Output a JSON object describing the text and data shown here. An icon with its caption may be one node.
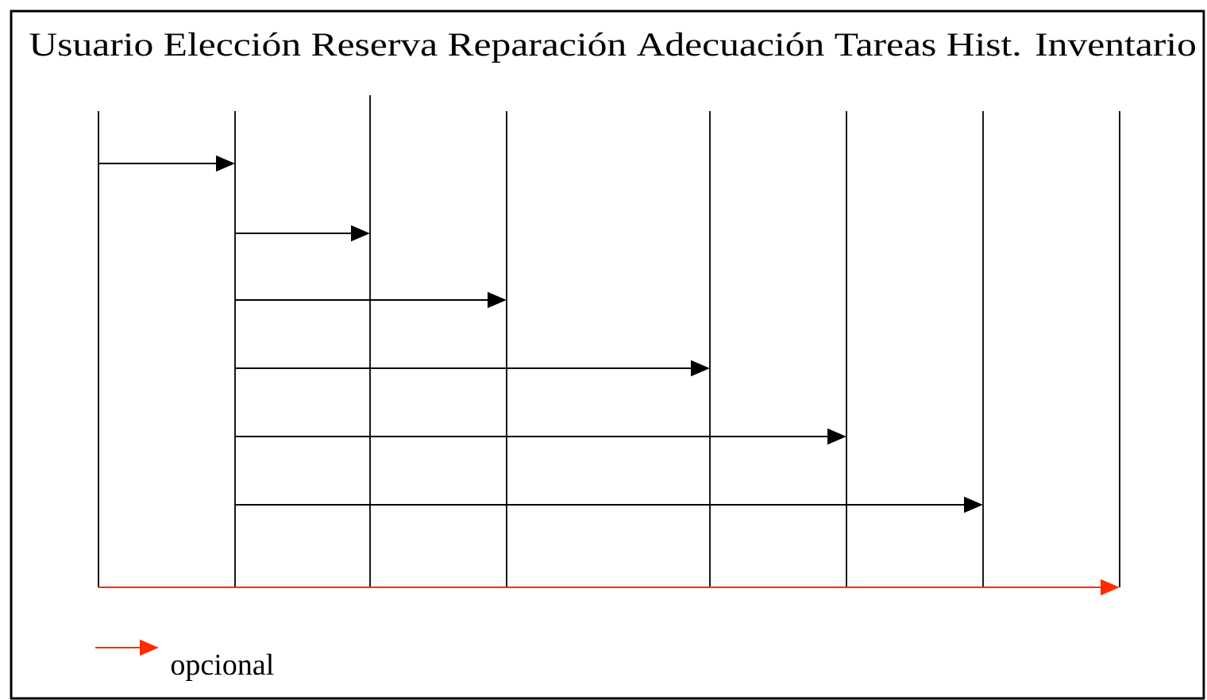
{
  "diagram": {
    "nodes": [
      {
        "text": [],
        "shape": "bar"
      },
      {
        "text": [],
        "shape": "bar"
      },
      {
        "text": [],
        "shape": "bar"
      },
      {
        "text": [],
        "shape": "bar"
      },
      {
        "text": [],
        "shape": "bar"
      },
      {
        "text": [],
        "shape": "bar"
      },
      {
        "text": [],
        "shape": "bar"
      },
      {
        "text": [],
        "shape": "bar"
      }
    ],
    "edges": [
      {
        "from": 0,
        "to": 1,
        "arrow": "to"
      },
      {
        "from": 1,
        "to": 2,
        "arrow": "to"
      },
      {
        "from": 1,
        "to": 3,
        "arrow": "to"
      },
      {
        "from": 1,
        "to": 4,
        "arrow": "to"
      },
      {
        "from": 1,
        "to": 5,
        "arrow": "to"
      },
      {
        "from": 1,
        "to": 6,
        "arrow": "to"
      },
      {
        "from": 0,
        "to": 7,
        "arrow": "to",
        "color": "#ff2a00"
      }
    ],
    "labels": [
      "Usuario Elección Reserva Reparación Adecuación Tareas Hist. Inventario"
    ],
    "legend": [
      {
        "text": "opcional"
      }
    ]
  }
}
